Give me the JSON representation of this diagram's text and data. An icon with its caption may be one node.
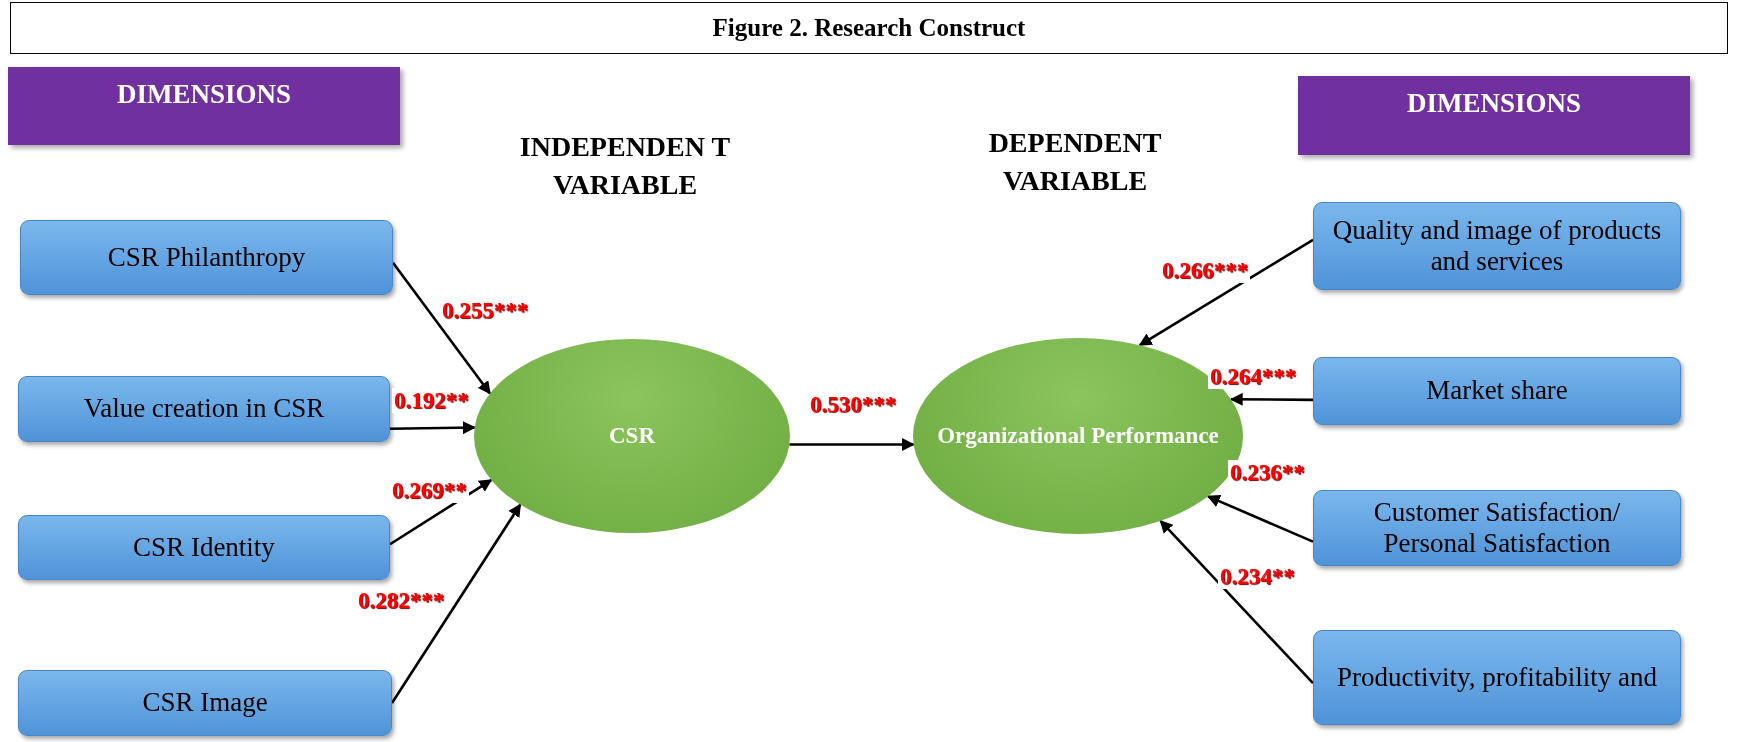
{
  "diagram": {
    "title": "Figure 2. Research Construct",
    "nodes": [
      {
        "text": [
          "DIMENSIONS"
        ]
      },
      {
        "text": [
          "DIMENSIONS"
        ]
      },
      {
        "text": [
          "CSR Philanthropy"
        ]
      },
      {
        "text": [
          "Value creation in CSR"
        ]
      },
      {
        "text": [
          "CSR Identity"
        ]
      },
      {
        "text": [
          "CSR Image"
        ]
      },
      {
        "text": [
          "CSR"
        ]
      },
      {
        "text": [
          "Organizational Performance"
        ]
      },
      {
        "text": [
          "Quality and image of products and services"
        ]
      },
      {
        "text": [
          "Market share"
        ]
      },
      {
        "text": [
          "Customer Satisfaction/ Personal Satisfaction"
        ]
      },
      {
        "text": [
          "Productivity, profitability and"
        ]
      }
    ],
    "edges": [
      {
        "from": 2,
        "to": 6,
        "arrow": "to",
        "label": "0.255***"
      },
      {
        "from": 3,
        "to": 6,
        "arrow": "to",
        "label": "0.192**"
      },
      {
        "from": 4,
        "to": 6,
        "arrow": "to",
        "label": "0.269**"
      },
      {
        "from": 5,
        "to": 6,
        "arrow": "to",
        "label": "0.282***"
      },
      {
        "from": 6,
        "to": 7,
        "arrow": "to",
        "label": "0.530***"
      },
      {
        "from": 8,
        "to": 7,
        "arrow": "to",
        "label": "0.266***"
      },
      {
        "from": 9,
        "to": 7,
        "arrow": "to",
        "label": "0.264***"
      },
      {
        "from": 10,
        "to": 7,
        "arrow": "to",
        "label": "0.236**"
      },
      {
        "from": 11,
        "to": 7,
        "arrow": "to",
        "label": "0.234**"
      }
    ],
    "labels": [
      "INDEPENDEN T VARIABLE",
      "DEPENDENT VARIABLE"
    ]
  }
}
